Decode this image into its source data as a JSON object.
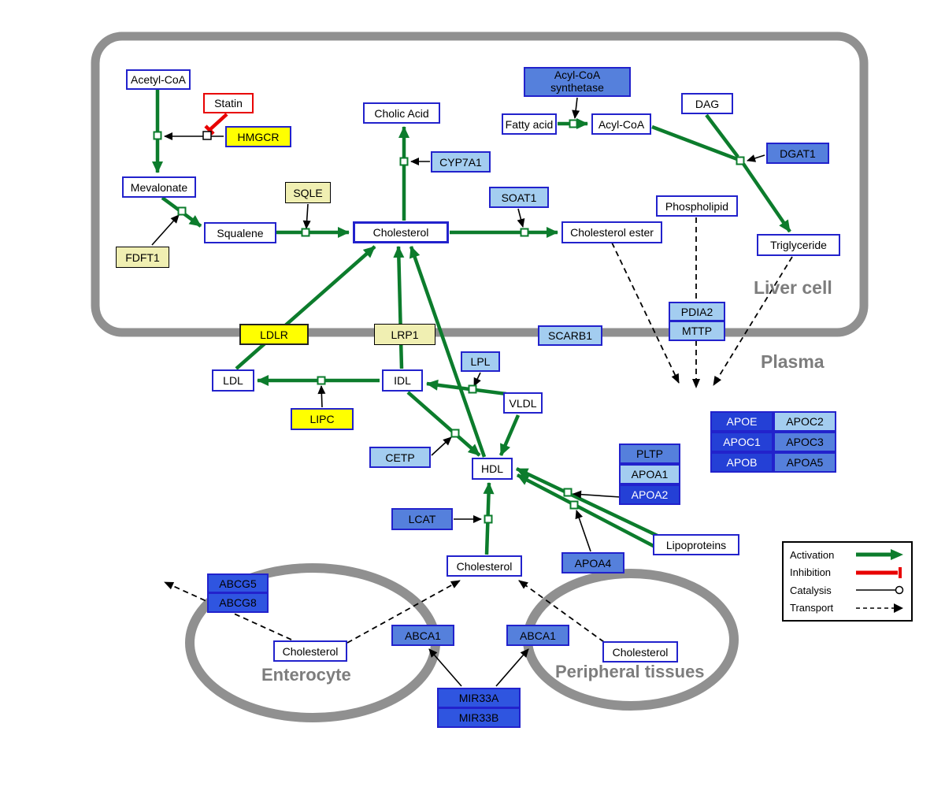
{
  "compartments": {
    "liver_cell": "Liver cell",
    "plasma": "Plasma",
    "enterocyte": "Enterocyte",
    "peripheral_tissues": "Peripheral tissues"
  },
  "nodes": {
    "acetyl_coa": {
      "label": "Acetyl-CoA"
    },
    "statin": {
      "label": "Statin"
    },
    "hmgcr": {
      "label": "HMGCR"
    },
    "mevalonate": {
      "label": "Mevalonate"
    },
    "fdft1": {
      "label": "FDFT1"
    },
    "squalene": {
      "label": "Squalene"
    },
    "sqle": {
      "label": "SQLE"
    },
    "cholesterol_liver": {
      "label": "Cholesterol"
    },
    "cholic_acid": {
      "label": "Cholic Acid"
    },
    "cyp7a1": {
      "label": "CYP7A1"
    },
    "soat1": {
      "label": "SOAT1"
    },
    "cholesterol_ester": {
      "label": "Cholesterol ester"
    },
    "acyl_coa_synthetase": {
      "line1": "Acyl-CoA",
      "line2": "synthetase"
    },
    "fatty_acid": {
      "label": "Fatty acid"
    },
    "acyl_coa": {
      "label": "Acyl-CoA"
    },
    "dag": {
      "label": "DAG"
    },
    "dgat1": {
      "label": "DGAT1"
    },
    "phospholipid": {
      "label": "Phospholipid"
    },
    "triglyceride": {
      "label": "Triglyceride"
    },
    "pdia2": {
      "label": "PDIA2"
    },
    "mttp": {
      "label": "MTTP"
    },
    "ldlr": {
      "label": "LDLR"
    },
    "lrp1": {
      "label": "LRP1"
    },
    "scarb1": {
      "label": "SCARB1"
    },
    "ldl": {
      "label": "LDL"
    },
    "idl": {
      "label": "IDL"
    },
    "lpl": {
      "label": "LPL"
    },
    "vldl": {
      "label": "VLDL"
    },
    "lipc": {
      "label": "LIPC"
    },
    "cetp": {
      "label": "CETP"
    },
    "hdl": {
      "label": "HDL"
    },
    "lcat": {
      "label": "LCAT"
    },
    "apoe": {
      "label": "APOE"
    },
    "apoc2": {
      "label": "APOC2"
    },
    "apoc1": {
      "label": "APOC1"
    },
    "apoc3": {
      "label": "APOC3"
    },
    "apob": {
      "label": "APOB"
    },
    "apoa5": {
      "label": "APOA5"
    },
    "pltp": {
      "label": "PLTP"
    },
    "apoa1": {
      "label": "APOA1"
    },
    "apoa2": {
      "label": "APOA2"
    },
    "apoa4": {
      "label": "APOA4"
    },
    "lipoproteins": {
      "label": "Lipoproteins"
    },
    "cholesterol_plasma": {
      "label": "Cholesterol"
    },
    "abcg5": {
      "label": "ABCG5"
    },
    "abcg8": {
      "label": "ABCG8"
    },
    "cholesterol_enterocyte": {
      "label": "Cholesterol"
    },
    "abca1_enterocyte": {
      "label": "ABCA1"
    },
    "abca1_peripheral": {
      "label": "ABCA1"
    },
    "cholesterol_peripheral": {
      "label": "Cholesterol"
    },
    "mir33a": {
      "label": "MIR33A"
    },
    "mir33b": {
      "label": "MIR33B"
    }
  },
  "legend": {
    "items": [
      {
        "label": "Activation"
      },
      {
        "label": "Inhibition"
      },
      {
        "label": "Catalysis"
      },
      {
        "label": "Transport"
      }
    ]
  },
  "colors": {
    "activation": "#0c7c2c",
    "inhibition": "#e80000",
    "catalysis": "#000000",
    "transport": "#000000",
    "membrane": "#909090",
    "node_border": "#2222cc",
    "yellow_node": "#ffff00",
    "pale_yellow_node": "#f0efb2",
    "light_blue_node": "#a3cdf0",
    "mid_blue_node": "#5580dc",
    "strong_blue_node": "#2f55e0",
    "dark_blue_node": "#2440d6"
  }
}
